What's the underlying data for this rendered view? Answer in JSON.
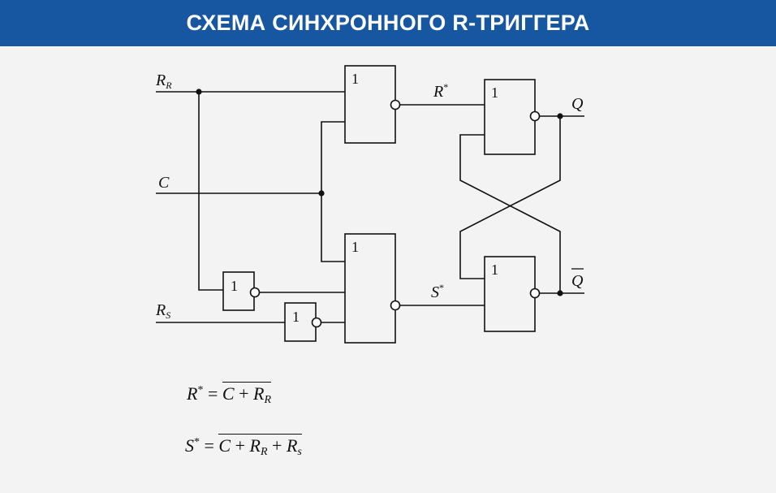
{
  "header": {
    "title": "СХЕМА СИНХРОННОГО R-ТРИГГЕРА"
  },
  "diagram": {
    "inputs": {
      "rr_main": "R",
      "rr_sub": "R",
      "c": "C",
      "rs_main": "R",
      "rs_sub": "S"
    },
    "signals": {
      "r_star_main": "R",
      "r_star_sup": "*",
      "s_star_main": "S",
      "s_star_sup": "*"
    },
    "outputs": {
      "q": "Q",
      "q_bar": "Q"
    },
    "gate_label": "1"
  },
  "formulas": {
    "r_lhs": "R",
    "r_star": "*",
    "eq": " = ",
    "c": "C",
    "plus": " + ",
    "r_main": "R",
    "r_sub": "R",
    "s_lhs": "S",
    "s_c": "C",
    "s_rr_main": "R",
    "s_rr_sub": "R",
    "s_rs_main": "R",
    "s_rs_sub": "s"
  },
  "colors": {
    "header_bg": "#1756a0",
    "background": "#f3f3f3",
    "line": "#111111"
  }
}
